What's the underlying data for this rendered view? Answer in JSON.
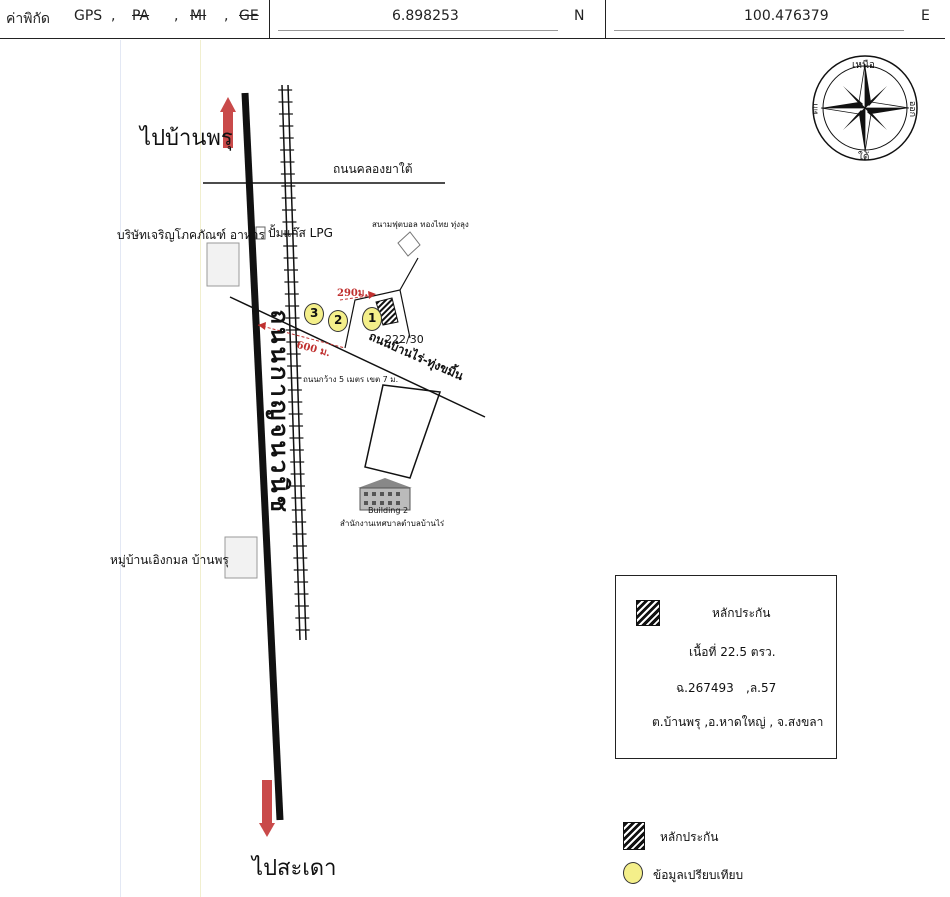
{
  "header": {
    "label": "ค่าพิกัด",
    "gps": "GPS",
    "sep1": ",",
    "pa": "PA",
    "sep2": ",",
    "mi": "MI",
    "sep3": ",",
    "ge": "GE",
    "latitude": "6.898253",
    "lat_dir": "N",
    "longitude": "100.476379",
    "lon_dir": "E"
  },
  "compass": {
    "north": "เหนือ",
    "south": "ใต้",
    "east": "ออก",
    "west": "ตก"
  },
  "map": {
    "to_north": "ไปบ้านพรุ",
    "to_south": "ไปสะเดา",
    "road_canal": "ถนนคลองยาใต้",
    "main_road": "ถนนกาญจนวนิช",
    "company": "บริษัทเจริญโภคภัณฑ์ อาหาร",
    "lpg_station": "ปั้มแก๊ส LPG",
    "football_field": "สนามฟุตบอล ทองไทย ทุ่งลุง",
    "dist_290": "290ม.",
    "dist_600": "600 ม.",
    "road_width": "ถนนกว้าง 5 เมตร เขต 7 ม.",
    "road_banrai": "ถนนบ้านไร่-ทุ่งขมิ้น",
    "house_no": "222/30",
    "building_label": "Building 2",
    "building_name": "สำนักงานเทศบาลตำบลบ้านไร่",
    "village": "หมู่บ้านเอิงกมล บ้านพรุ",
    "markers": [
      "3",
      "2",
      "1"
    ]
  },
  "legend_box": {
    "title": "หลักประกัน",
    "area": "เนื้อที่ 22.5 ตรว.",
    "deed": "ฉ.267493",
    "land_no": ",ล.57",
    "location": "ต.บ้านพรุ ,อ.หาดใหญ่ , จ.สงขลา"
  },
  "legend": {
    "collateral": "หลักประกัน",
    "comparison": "ข้อมูลเปรียบเทียบ"
  },
  "colors": {
    "arrow_red": "#c94a4a",
    "marker_yellow": "#f4ef8a",
    "red_text": "#c0302f"
  }
}
